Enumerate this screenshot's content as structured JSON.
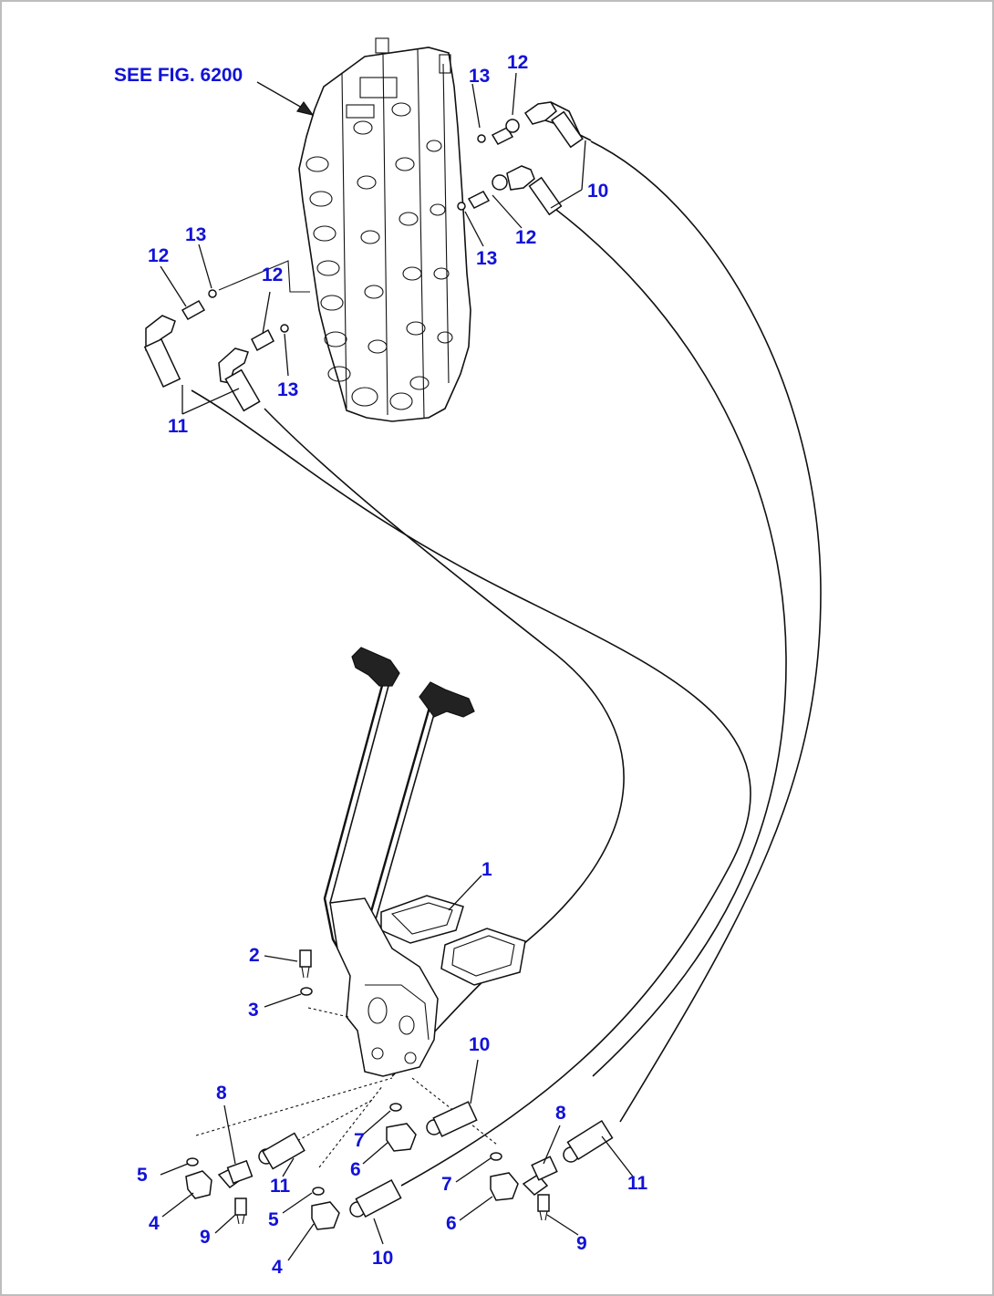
{
  "figure": {
    "reference_note": "SEE FIG. 6200",
    "callouts": [
      {
        "id": "c1",
        "label": "1"
      },
      {
        "id": "c2",
        "label": "2"
      },
      {
        "id": "c3",
        "label": "3"
      },
      {
        "id": "c4a",
        "label": "4"
      },
      {
        "id": "c4b",
        "label": "4"
      },
      {
        "id": "c5a",
        "label": "5"
      },
      {
        "id": "c5b",
        "label": "5"
      },
      {
        "id": "c6a",
        "label": "6"
      },
      {
        "id": "c6b",
        "label": "6"
      },
      {
        "id": "c7a",
        "label": "7"
      },
      {
        "id": "c7b",
        "label": "7"
      },
      {
        "id": "c8a",
        "label": "8"
      },
      {
        "id": "c8b",
        "label": "8"
      },
      {
        "id": "c9a",
        "label": "9"
      },
      {
        "id": "c9b",
        "label": "9"
      },
      {
        "id": "c10a",
        "label": "10"
      },
      {
        "id": "c10b",
        "label": "10"
      },
      {
        "id": "c10c",
        "label": "10"
      },
      {
        "id": "c11a",
        "label": "11"
      },
      {
        "id": "c11b",
        "label": "11"
      },
      {
        "id": "c11c",
        "label": "11"
      },
      {
        "id": "c12a",
        "label": "12"
      },
      {
        "id": "c12b",
        "label": "12"
      },
      {
        "id": "c12c",
        "label": "12"
      },
      {
        "id": "c12d",
        "label": "12"
      },
      {
        "id": "c13a",
        "label": "13"
      },
      {
        "id": "c13b",
        "label": "13"
      },
      {
        "id": "c13c",
        "label": "13"
      },
      {
        "id": "c13d",
        "label": "13"
      }
    ]
  },
  "colors": {
    "callout": "#1212d8",
    "linework": "#111111",
    "background": "#ffffff",
    "frame": "#bdbdbd"
  }
}
